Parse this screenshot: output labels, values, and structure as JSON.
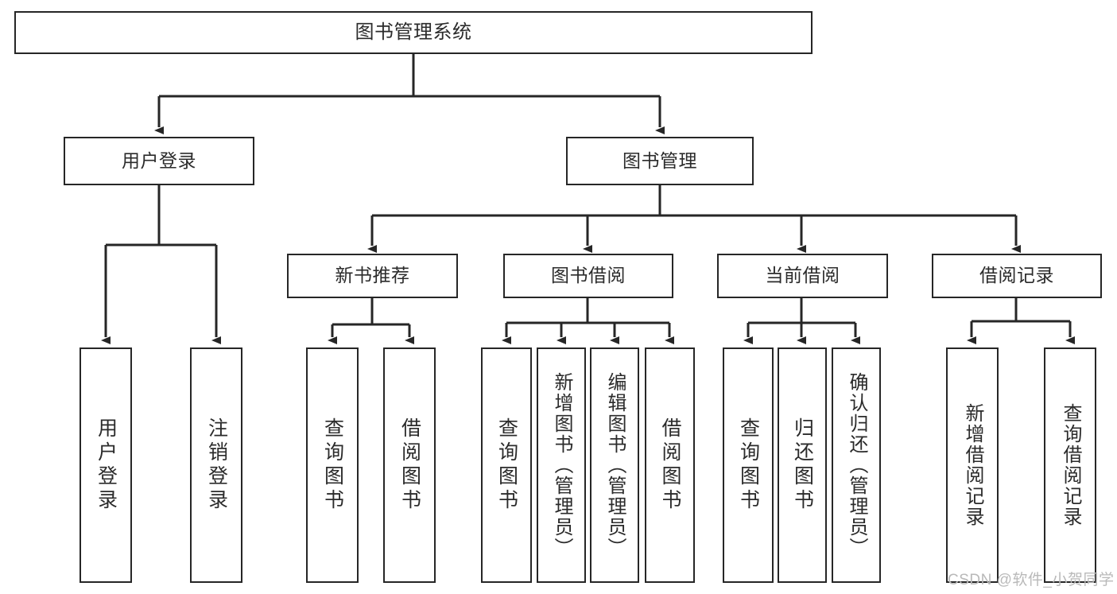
{
  "diagram": {
    "title": "图书管理系统",
    "type": "tree-hierarchy",
    "orientation": "top-down",
    "colors": {
      "box_border": "#262626",
      "box_fill": "#ffffff",
      "edge": "#262626",
      "text": "#2b2b2b",
      "watermark": "#b9b9b9",
      "canvas": "#ffffff"
    },
    "root": {
      "label": "图书管理系统"
    },
    "level2": [
      {
        "id": "user-login",
        "label": "用户登录"
      },
      {
        "id": "book-manage",
        "label": "图书管理"
      }
    ],
    "level3": [
      {
        "id": "new-book-recommend",
        "label": "新书推荐",
        "parent": "book-manage"
      },
      {
        "id": "book-borrow",
        "label": "图书借阅",
        "parent": "book-manage"
      },
      {
        "id": "current-borrow",
        "label": "当前借阅",
        "parent": "book-manage"
      },
      {
        "id": "borrow-record",
        "label": "借阅记录",
        "parent": "book-manage"
      }
    ],
    "leaves": [
      {
        "id": "leaf-user-login",
        "label": "用户登录",
        "parent": "user-login"
      },
      {
        "id": "leaf-logout",
        "label": "注销登录",
        "parent": "user-login"
      },
      {
        "id": "leaf-query-book-1",
        "label": "查询图书",
        "parent": "new-book-recommend"
      },
      {
        "id": "leaf-borrow-book-1",
        "label": "借阅图书",
        "parent": "new-book-recommend"
      },
      {
        "id": "leaf-query-book-2",
        "label": "查询图书",
        "parent": "book-borrow"
      },
      {
        "id": "leaf-add-book",
        "label": "新增图书（管理员）",
        "parent": "book-borrow"
      },
      {
        "id": "leaf-edit-book",
        "label": "编辑图书（管理员）",
        "parent": "book-borrow"
      },
      {
        "id": "leaf-borrow-book-2",
        "label": "借阅图书",
        "parent": "book-borrow"
      },
      {
        "id": "leaf-query-book-3",
        "label": "查询图书",
        "parent": "current-borrow"
      },
      {
        "id": "leaf-return-book",
        "label": "归还图书",
        "parent": "current-borrow"
      },
      {
        "id": "leaf-confirm-return",
        "label": "确认归还（管理员）",
        "parent": "current-borrow"
      },
      {
        "id": "leaf-add-record",
        "label": "新增借阅记录",
        "parent": "borrow-record"
      },
      {
        "id": "leaf-query-record",
        "label": "查询借阅记录",
        "parent": "borrow-record"
      }
    ],
    "watermark": "CSDN @软件_小贺同学"
  }
}
